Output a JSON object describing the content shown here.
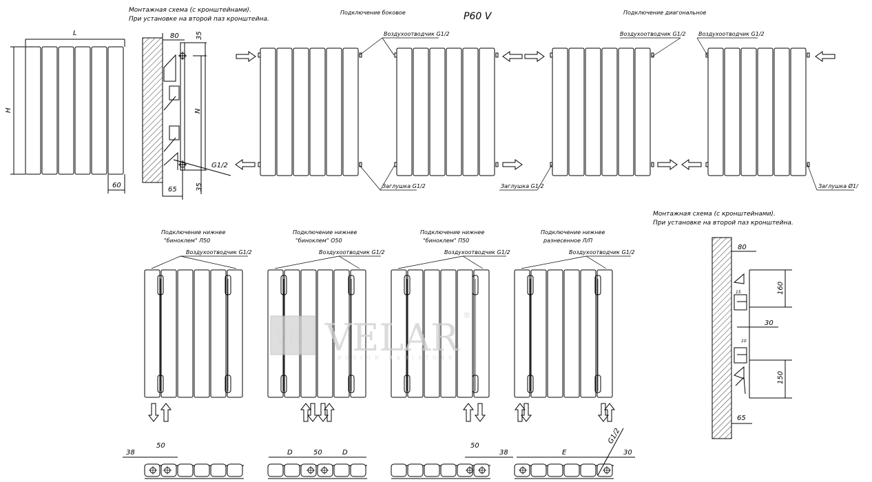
{
  "title": "P60 V",
  "mount_note_top": [
    "Монтажная схема (с кронштейнами).",
    "При установке на второй паз кронштейна."
  ],
  "mount_note_right": [
    "Монтажная схема (с кронштейнами).",
    "При установке на второй паз кронштейна."
  ],
  "side_connection_label": "Подключение боковое",
  "diagonal_connection_label": "Подключение диагональное",
  "air_vent_label": "Воздухоотводчик G1/2",
  "plug_g12_label": "Заглушка G1/2",
  "plug_o1_label": "Заглушка Ø1/",
  "dim": {
    "L": "L",
    "H": "H",
    "N": "N",
    "d80": "80",
    "d35": "35",
    "d60": "60",
    "d65": "65",
    "g12": "G1/2",
    "d160": "160",
    "d150": "150",
    "d30": "30",
    "d50": "50",
    "d38": "38",
    "D": "D",
    "E": "E",
    "d15": "15",
    "d10": "10"
  },
  "bottom_labels": [
    [
      "Подключение нижнее",
      "\"биноклем\" Л50"
    ],
    [
      "Подключение нижнее",
      "\"биноклем\" O50"
    ],
    [
      "Подключение нижнее",
      "\"биноклем\" П50"
    ],
    [
      "Подключение нижнее",
      "разнесенное Л/П"
    ]
  ],
  "watermark": {
    "brand": "VELAR",
    "mark": "VR",
    "reg": "®",
    "tagline": "DESIGN RADIATORS"
  }
}
